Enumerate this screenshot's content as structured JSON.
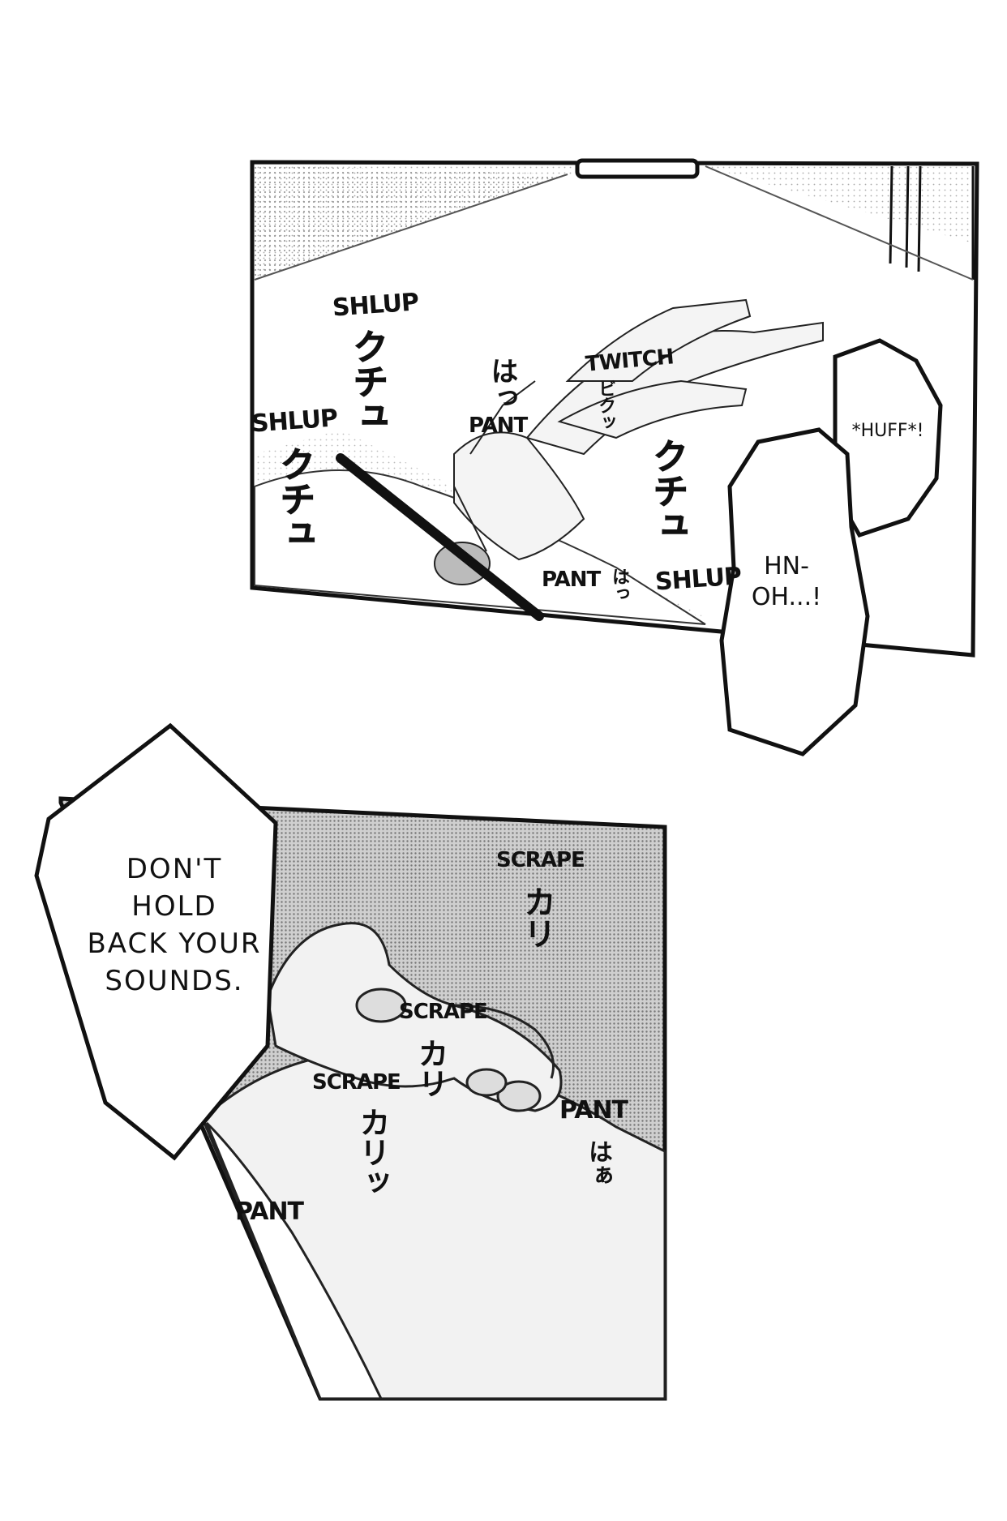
{
  "page": {
    "panel_top": {
      "sfx": {
        "shlup_1": "SHLUP",
        "shlup_1_kana": "クチュ",
        "shlup_2": "SHLUP",
        "shlup_2_kana": "クチュ",
        "shlup_3": "SHLUP",
        "shlup_3_kana": "クチュ",
        "pant_1_kana": "はっ",
        "pant_1": "PANT",
        "twitch": "TWITCH",
        "twitch_kana": "ビクッ",
        "pant_2": "PANT",
        "pant_2_kana": "はっ"
      },
      "bubbles": {
        "huff": "*HUFF*!",
        "hn_oh_line1": "HN-",
        "hn_oh_line2": "OH...!"
      }
    },
    "panel_bottom": {
      "bubble": {
        "line1": "DON'T",
        "line2": "HOLD",
        "line3": "BACK YOUR",
        "line4": "SOUNDS."
      },
      "sfx": {
        "scrape_1": "SCRAPE",
        "scrape_1_kana": "カリ",
        "scrape_2": "SCRAPE",
        "scrape_2_kana": "カリ",
        "scrape_3": "SCRAPE",
        "scrape_3_kana": "カリッ",
        "pant_3": "PANT",
        "pant_3_kana": "はぁ",
        "pant_4": "PANT"
      }
    }
  }
}
